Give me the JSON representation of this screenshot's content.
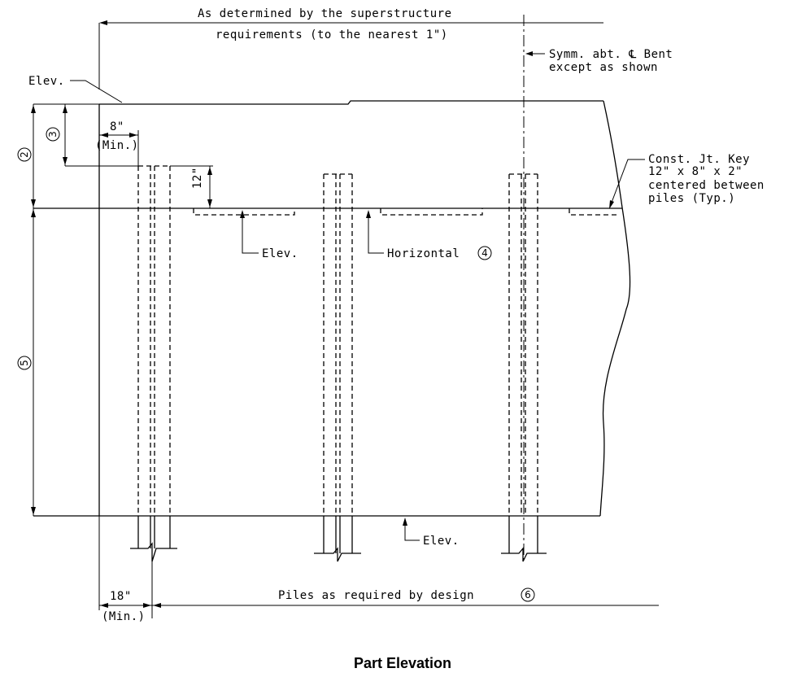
{
  "title": "Part Elevation",
  "notes": {
    "superstructure_line1": "As determined by the superstructure",
    "superstructure_line2": "requirements (to the nearest 1\")",
    "symm_line1": "Symm. abt. ℄ Bent",
    "symm_line2": "except as shown",
    "const_jt_line1": "Const. Jt. Key",
    "const_jt_line2": "12\" x 8\" x 2\"",
    "const_jt_line3": "centered between",
    "const_jt_line4": "piles (Typ.)",
    "elev_top": "Elev.",
    "elev_mid": "Elev.",
    "elev_bottom": "Elev.",
    "horizontal": "Horizontal",
    "piles": "Piles as required by design",
    "dim_8": "8\"",
    "dim_8_min": "(Min.)",
    "dim_12": "12\"",
    "dim_18": "18\"",
    "dim_18_min": "(Min.)"
  },
  "callouts": {
    "c2": "2",
    "c3": "3",
    "c4": "4",
    "c5": "5",
    "c6": "6"
  }
}
